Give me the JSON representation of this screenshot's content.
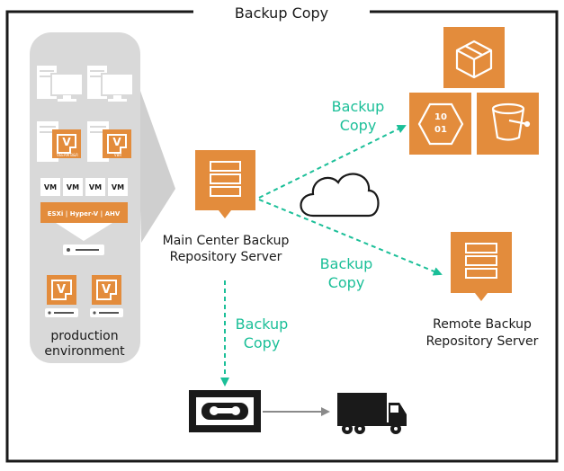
{
  "title": "Backup Copy",
  "production": {
    "label_line1": "production",
    "label_line2": "environment",
    "vm_labels": [
      "VM",
      "VM",
      "VM",
      "VM"
    ],
    "hypervisor_label": "ESXi | Hyper-V | AHV",
    "badge_labels": [
      "VEEAM B&R",
      "VBR"
    ]
  },
  "main_server": {
    "label_line1": "Main Center Backup",
    "label_line2": "Repository Server"
  },
  "remote_server": {
    "label_line1": "Remote Backup",
    "label_line2": "Repository Server"
  },
  "copy_to_cloud": {
    "line1": "Backup",
    "line2": "Copy"
  },
  "copy_to_remote": {
    "line1": "Backup",
    "line2": "Copy"
  },
  "copy_to_tape": {
    "line1": "Backup",
    "line2": "Copy"
  },
  "binary_label": {
    "line1": "10",
    "line2": "01"
  },
  "colors": {
    "accent": "#e38c3c",
    "arrow": "#1bbf98",
    "panel": "#d9d9d9",
    "frame": "#1a1a1a"
  }
}
